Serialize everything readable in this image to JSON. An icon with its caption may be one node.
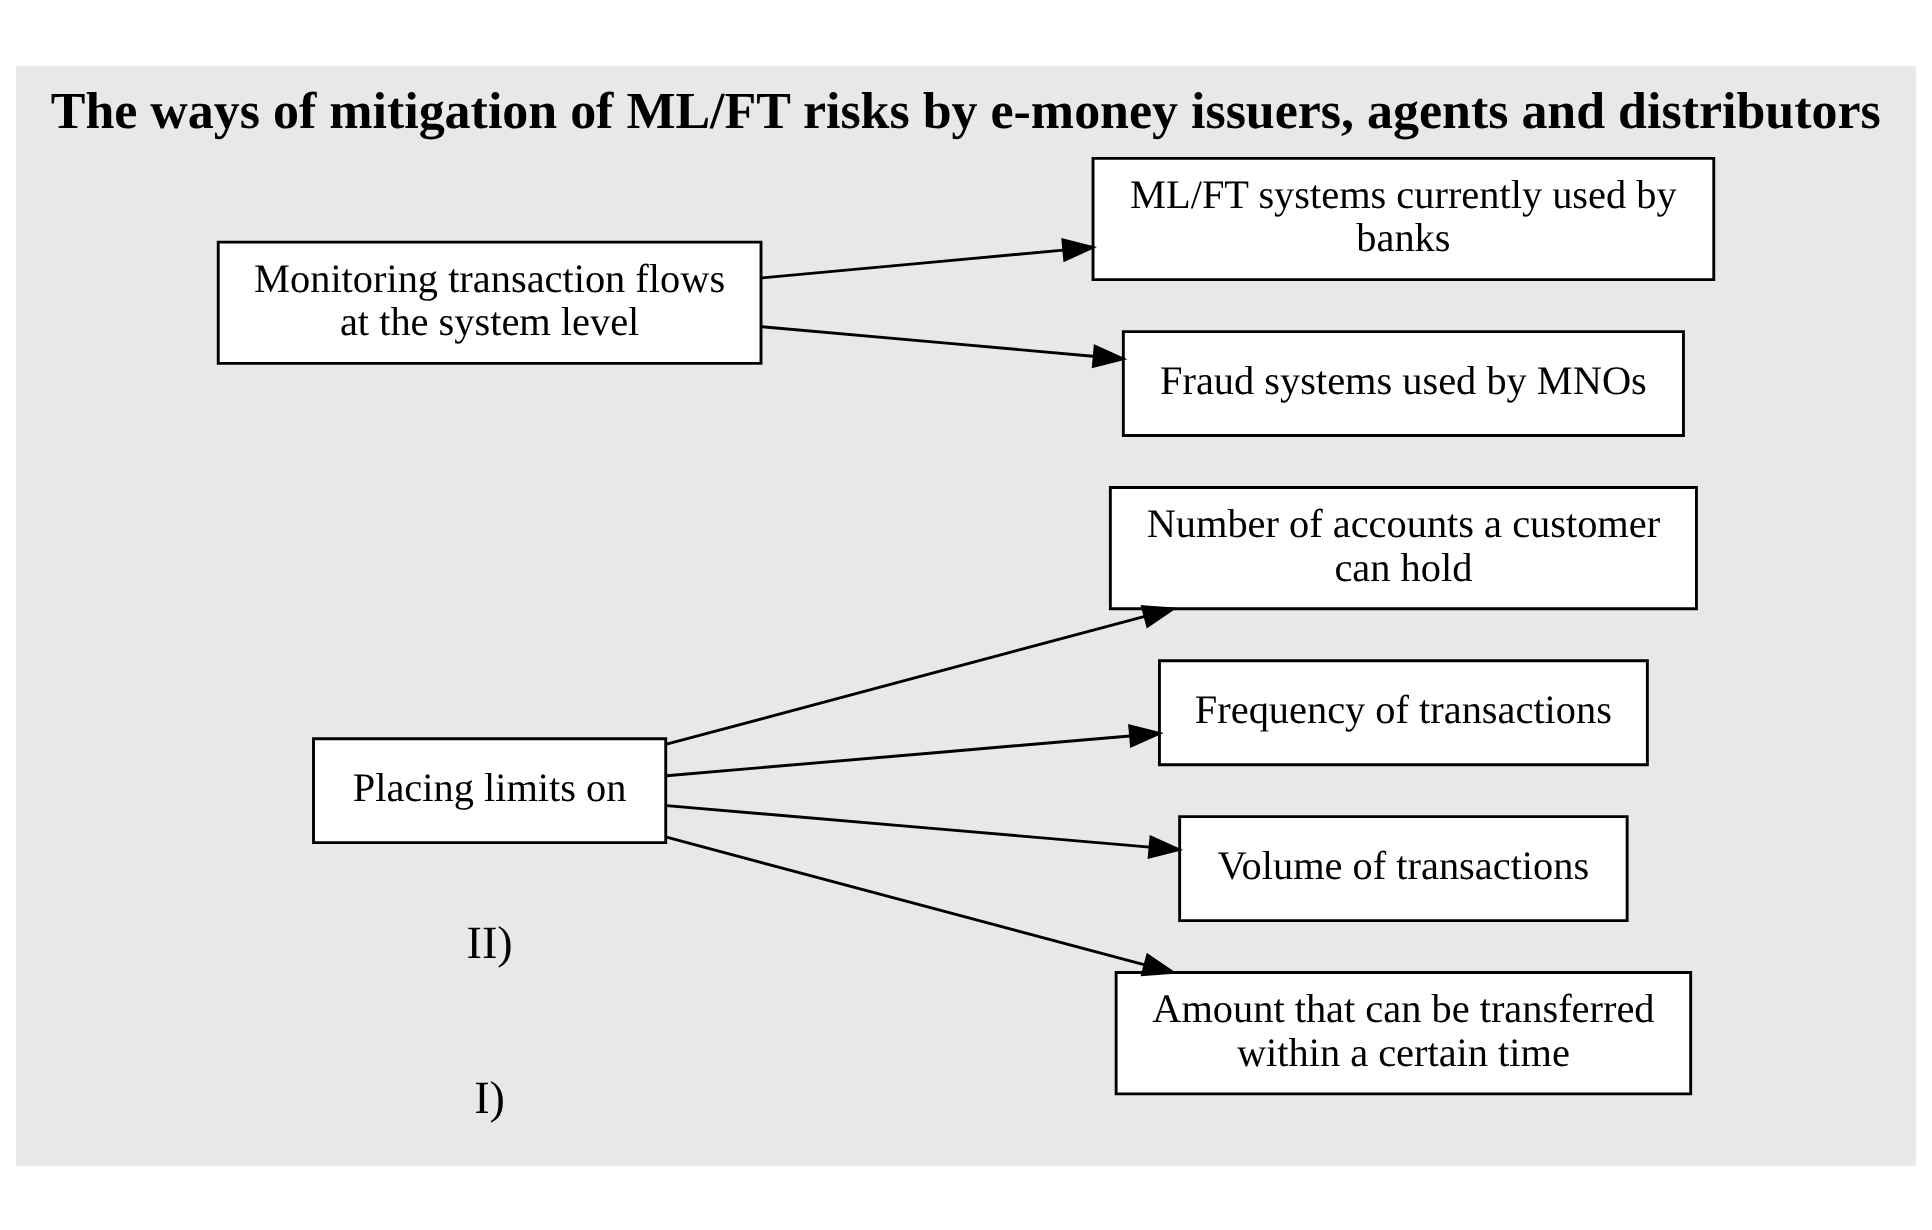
{
  "diagram": {
    "title": "The ways of mitigation of ML/FT risks by e-money issuers, agents and distributors",
    "nodes": [
      {
        "text": [
          "Placing limits on"
        ]
      },
      {
        "text": [
          "Number of accounts a customer can hold"
        ]
      },
      {
        "text": [
          "Frequency of transactions"
        ]
      },
      {
        "text": [
          "Volume of transactions"
        ]
      },
      {
        "text": [
          "Amount that can be transferred within a certain time"
        ]
      },
      {
        "text": [
          "Monitoring transaction flows at the system level"
        ]
      },
      {
        "text": [
          "ML/FT systems currently used by banks"
        ]
      },
      {
        "text": [
          "Fraud systems used by MNOs"
        ]
      }
    ],
    "edges": [
      {
        "from": 0,
        "to": 1,
        "arrow": "to"
      },
      {
        "from": 0,
        "to": 2,
        "arrow": "to"
      },
      {
        "from": 0,
        "to": 3,
        "arrow": "to"
      },
      {
        "from": 0,
        "to": 4,
        "arrow": "to"
      },
      {
        "from": 5,
        "to": 6,
        "arrow": "to"
      },
      {
        "from": 5,
        "to": 7,
        "arrow": "to"
      }
    ],
    "labels": [
      "I)",
      "II)"
    ]
  }
}
